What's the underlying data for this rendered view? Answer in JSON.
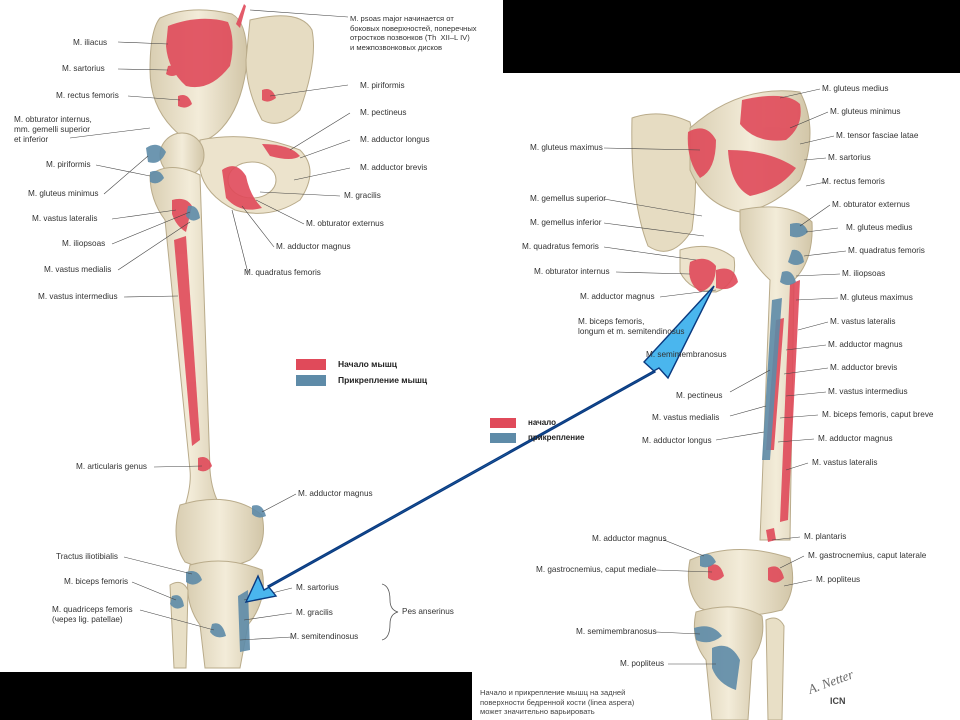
{
  "colors": {
    "origin": "#e04a5a",
    "insertion": "#5e8ba8",
    "bone": "#ece3cc",
    "arrow": "#2aa3e6"
  },
  "left_labels": {
    "psoas_major": "M. psoas major начинается от\nбоковых поверхностей, поперечных\nотростков позвонков (Th  XII–L IV)\nи межпозвонковых дисков",
    "iliacus": "M. iliacus",
    "sartorius": "M. sartorius",
    "rectus_femoris": "M. rectus femoris",
    "obturator_internus": "M. obturator internus,\nmm. gemelli superior\net inferior",
    "piriformis_l": "M. piriformis",
    "gluteus_minimus": "M. gluteus minimus",
    "vastus_lateralis": "M. vastus lateralis",
    "iliopsoas": "M. iliopsoas",
    "vastus_medialis": "M. vastus medialis",
    "vastus_intermedius": "M. vastus intermedius",
    "piriformis_r": "M. piriformis",
    "pectineus": "M. pectineus",
    "adductor_longus": "M. adductor longus",
    "adductor_brevis": "M. adductor brevis",
    "gracilis": "M. gracilis",
    "obturator_externus": "M. obturator externus",
    "adductor_magnus": "M. adductor magnus",
    "quadratus_femoris": "M. quadratus femoris",
    "articularis_genus": "M. articularis genus",
    "adductor_magnus_knee": "M. adductor magnus",
    "tractus_iliotibialis": "Tractus iliotibialis",
    "biceps_femoris": "M. biceps femoris",
    "quadriceps_femoris": "M. quadriceps femoris\n(через lig. patellae)",
    "sartorius_knee": "M. sartorius",
    "gracilis_knee": "M. gracilis",
    "semitendinosus": "M. semitendinosus",
    "pes_anserinus": "Pes anserinus"
  },
  "legend_left": {
    "origin": "Начало мышц",
    "insertion": "Прикрепление мышц"
  },
  "legend_right": {
    "origin": "начало",
    "insertion": "пpикрепление"
  },
  "right_labels": {
    "gluteus_medius": "M. gluteus medius",
    "gluteus_minimus": "M. gluteus minimus",
    "tensor_fasciae_latae": "M. tensor fasciae latae",
    "sartorius": "M. sartorius",
    "rectus_femoris": "M. rectus femoris",
    "gluteus_maximus": "M. gluteus maximus",
    "obturator_externus": "M. obturator externus",
    "gemellus_superior": "M. gemellus superior",
    "gluteus_medius_2": "M. gluteus medius",
    "gemellus_inferior": "M. gemellus inferior",
    "quadratus_femoris_l": "M. quadratus femoris",
    "quadratus_femoris_r": "M. quadratus femoris",
    "obturator_internus": "M. obturator internus",
    "iliopsoas": "M. iliopsoas",
    "adductor_magnus": "M. adductor magnus",
    "gluteus_maximus_2": "M. gluteus maximus",
    "biceps_longum": "M. biceps femoris,\nlongum et m. semitendinosus",
    "vastus_lateralis": "M. vastus lateralis",
    "semimembranosus": "M. semimembranosus",
    "adductor_magnus_2": "M. adductor magnus",
    "adductor_brevis": "M. adductor brevis",
    "pectineus": "M. pectineus",
    "vastus_intermedius": "M. vastus intermedius",
    "vastus_medialis": "M. vastus medialis",
    "biceps_breve": "M. biceps femoris, caput breve",
    "adductor_longus": "M. adductor longus",
    "adductor_magnus_3": "M. adductor magnus",
    "vastus_lateralis_2": "M. vastus lateralis",
    "plantaris": "M. plantaris",
    "adductor_magnus_4": "M. adductor magnus",
    "gastro_laterale": "M. gastrocnemius, caput laterale",
    "gastro_mediale": "M. gastrocnemius, caput mediale",
    "popliteus_r": "M. popliteus",
    "semimembranosus_2": "M. semimembranosus",
    "popliteus_l": "M. popliteus"
  },
  "caption": "Начало и прикрепление мышц на задней\nповерхности бедренной кости (linea aspera)\nможет значительно варьировать",
  "signature": "A. Netter",
  "icon_mark": "ICN"
}
